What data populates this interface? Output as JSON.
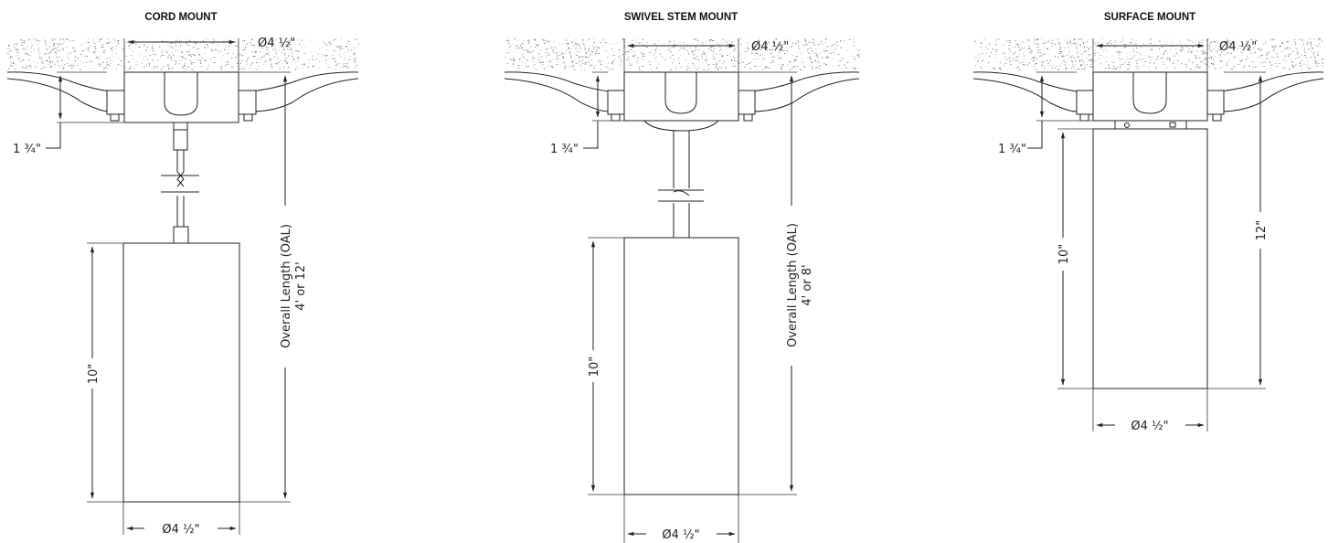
{
  "panels": [
    {
      "title": "CORD MOUNT",
      "canopy_diameter": "Ø4 ½\"",
      "canopy_height": "1 ¾\"",
      "fixture_height": "10\"",
      "fixture_diameter": "Ø4 ½\"",
      "oal_label": "Overall Length (OAL)",
      "oal_value": "4' or 12'"
    },
    {
      "title": "SWIVEL STEM MOUNT",
      "canopy_diameter": "Ø4 ½\"",
      "canopy_height": "1 ¾\"",
      "fixture_height": "10\"",
      "fixture_diameter": "Ø4 ½\"",
      "oal_label": "Overall Length (OAL)",
      "oal_value": "4' or 8'"
    },
    {
      "title": "SURFACE MOUNT",
      "canopy_diameter": "Ø4 ½\"",
      "canopy_height": "1 ¾\"",
      "fixture_height": "10\"",
      "fixture_diameter": "Ø4 ½\"",
      "overall_height": "12\""
    }
  ]
}
